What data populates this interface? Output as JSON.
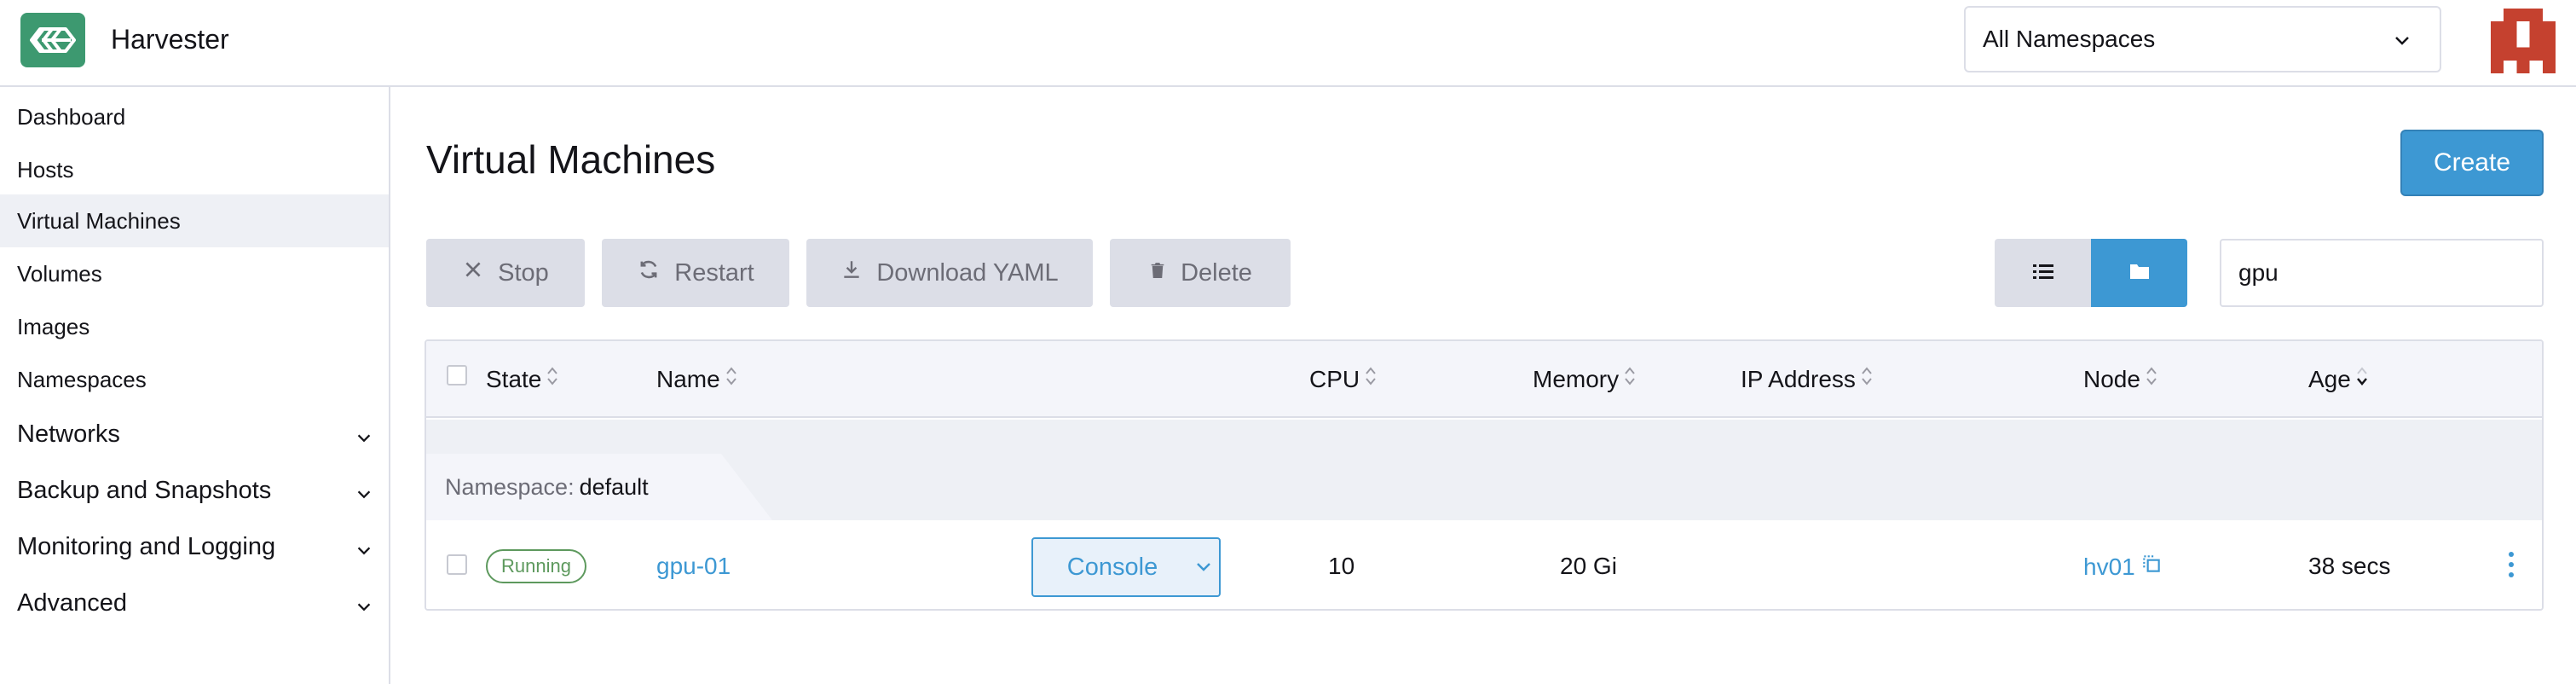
{
  "header": {
    "app_title": "Harvester",
    "namespace_select": "All Namespaces"
  },
  "sidebar": {
    "items": [
      {
        "label": "Dashboard"
      },
      {
        "label": "Hosts"
      },
      {
        "label": "Virtual Machines",
        "active": true
      },
      {
        "label": "Volumes"
      },
      {
        "label": "Images"
      },
      {
        "label": "Namespaces"
      }
    ],
    "groups": [
      {
        "label": "Networks"
      },
      {
        "label": "Backup and Snapshots"
      },
      {
        "label": "Monitoring and Logging"
      },
      {
        "label": "Advanced"
      }
    ]
  },
  "main": {
    "title": "Virtual Machines",
    "create_label": "Create",
    "actions": {
      "stop": "Stop",
      "restart": "Restart",
      "download_yaml": "Download YAML",
      "delete": "Delete"
    },
    "search_value": "gpu"
  },
  "table": {
    "columns": [
      "State",
      "Name",
      "CPU",
      "Memory",
      "IP Address",
      "Node",
      "Age"
    ],
    "group_prefix": "Namespace:",
    "group_value": "default",
    "rows": [
      {
        "state": "Running",
        "name": "gpu-01",
        "console_label": "Console",
        "cpu": "10",
        "memory": "20 Gi",
        "ip": "",
        "node": "hv01",
        "age": "38 secs"
      }
    ]
  },
  "colors": {
    "accent": "#3d98d3",
    "logo": "#3d9970",
    "running": "#5d995d",
    "avatar": "#c5412f"
  }
}
